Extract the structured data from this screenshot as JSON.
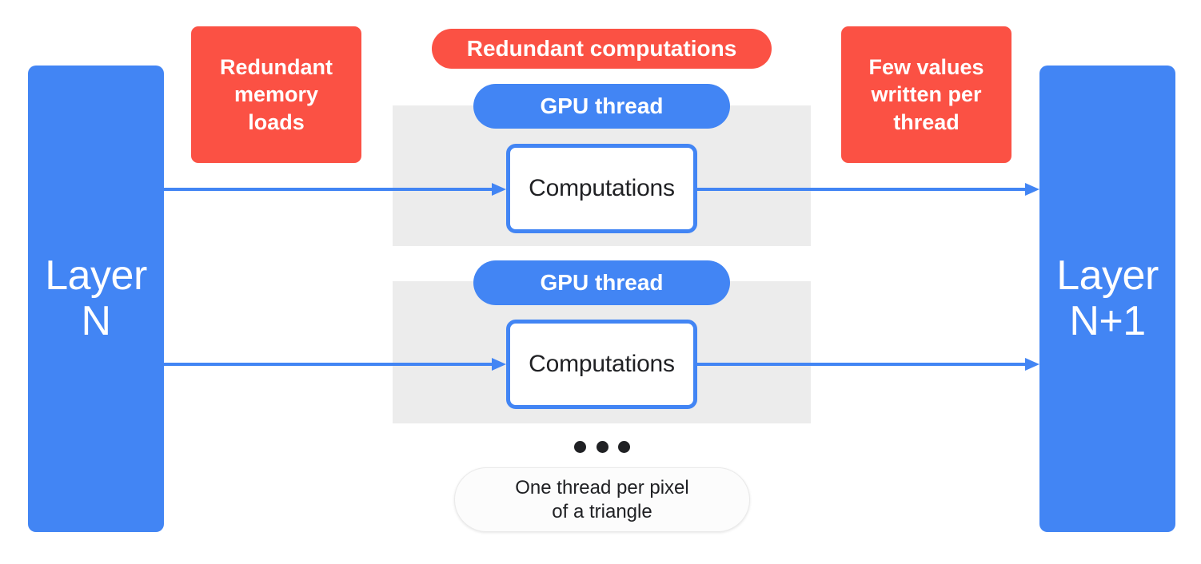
{
  "diagram": {
    "title": "GPU per-pixel thread redundancy diagram",
    "colors": {
      "blue": "#4285F4",
      "red": "#FB5144",
      "gray_panel": "#ECECEC",
      "text_dark": "#202124",
      "white": "#FFFFFF"
    },
    "layers": {
      "input": {
        "label": "Layer\nN"
      },
      "output": {
        "label": "Layer\nN+1"
      }
    },
    "callouts": {
      "memory_loads": "Redundant\nmemory\nloads",
      "redundant_computations": "Redundant computations",
      "few_values": "Few values\nwritten per\nthread"
    },
    "threads": [
      {
        "pill_label": "GPU thread",
        "box_label": "Computations"
      },
      {
        "pill_label": "GPU thread",
        "box_label": "Computations"
      }
    ],
    "ellipsis": {
      "dots": [
        "dot",
        "dot",
        "dot"
      ]
    },
    "caption": "One thread per pixel\nof a triangle"
  }
}
